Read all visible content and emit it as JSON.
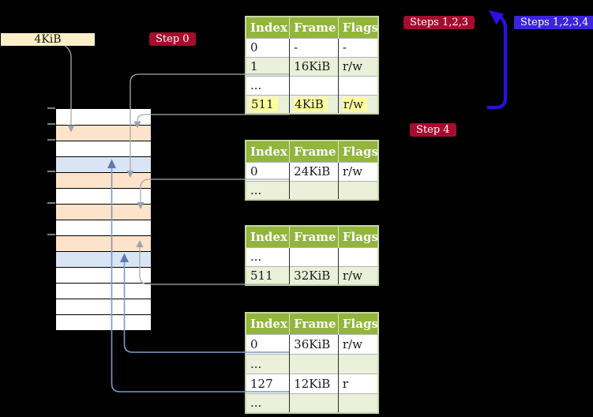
{
  "page_label": "4KiB",
  "badges": {
    "step0": "Step 0",
    "steps123": "Steps 1,2,3",
    "steps1234": "Steps 1,2,3,4",
    "step4": "Step 4"
  },
  "tables": [
    {
      "headers": [
        "Index",
        "Frame",
        "Flags"
      ],
      "rows": [
        {
          "cells": [
            "0",
            "-",
            "-"
          ],
          "shaded": false,
          "highlight": false
        },
        {
          "cells": [
            "1",
            "16KiB",
            "r/w"
          ],
          "shaded": true,
          "highlight": false
        },
        {
          "cells": [
            "...",
            "",
            ""
          ],
          "shaded": false,
          "highlight": false
        },
        {
          "cells": [
            "511",
            "4KiB",
            "r/w"
          ],
          "shaded": true,
          "highlight": true
        }
      ]
    },
    {
      "headers": [
        "Index",
        "Frame",
        "Flags"
      ],
      "rows": [
        {
          "cells": [
            "0",
            "24KiB",
            "r/w"
          ],
          "shaded": false,
          "highlight": false
        },
        {
          "cells": [
            "...",
            "",
            ""
          ],
          "shaded": true,
          "highlight": false
        }
      ]
    },
    {
      "headers": [
        "Index",
        "Frame",
        "Flags"
      ],
      "rows": [
        {
          "cells": [
            "...",
            "",
            ""
          ],
          "shaded": false,
          "highlight": false
        },
        {
          "cells": [
            "511",
            "32KiB",
            "r/w"
          ],
          "shaded": true,
          "highlight": false
        }
      ]
    },
    {
      "headers": [
        "Index",
        "Frame",
        "Flags"
      ],
      "rows": [
        {
          "cells": [
            "0",
            "36KiB",
            "r/w"
          ],
          "shaded": false,
          "highlight": false
        },
        {
          "cells": [
            "...",
            "",
            ""
          ],
          "shaded": true,
          "highlight": false
        },
        {
          "cells": [
            "127",
            "12KiB",
            "r"
          ],
          "shaded": false,
          "highlight": false
        },
        {
          "cells": [
            "...",
            "",
            ""
          ],
          "shaded": true,
          "highlight": false
        }
      ]
    }
  ],
  "memory": {
    "rows": [
      "white",
      "peach",
      "white",
      "blue",
      "peach",
      "white",
      "peach",
      "white",
      "peach",
      "blue",
      "white",
      "white",
      "white",
      "white"
    ]
  },
  "colors": {
    "background": "#000000",
    "table_header_green": "#92b53c",
    "table_row_green": "#eaf0d9",
    "table_border_green": "#c6d79f",
    "highlight_yellow": "#ffff9e",
    "page_label_cream": "#fdf0c8",
    "step_badge_red": "#a60c2e",
    "steps_badge_blue": "#3b23e0",
    "big_arrow_blue": "#2b10dd",
    "memory_peach": "#fde3c9",
    "memory_blue": "#d9e5f5",
    "memory_tick_gray": "#7f7f7f",
    "gray_connector": "#a9a9a9",
    "gray_arrowhead": "#9aa3b0",
    "steel_line_blue": "#7b97c6",
    "steel_arrow_blue": "#5b79b4"
  }
}
